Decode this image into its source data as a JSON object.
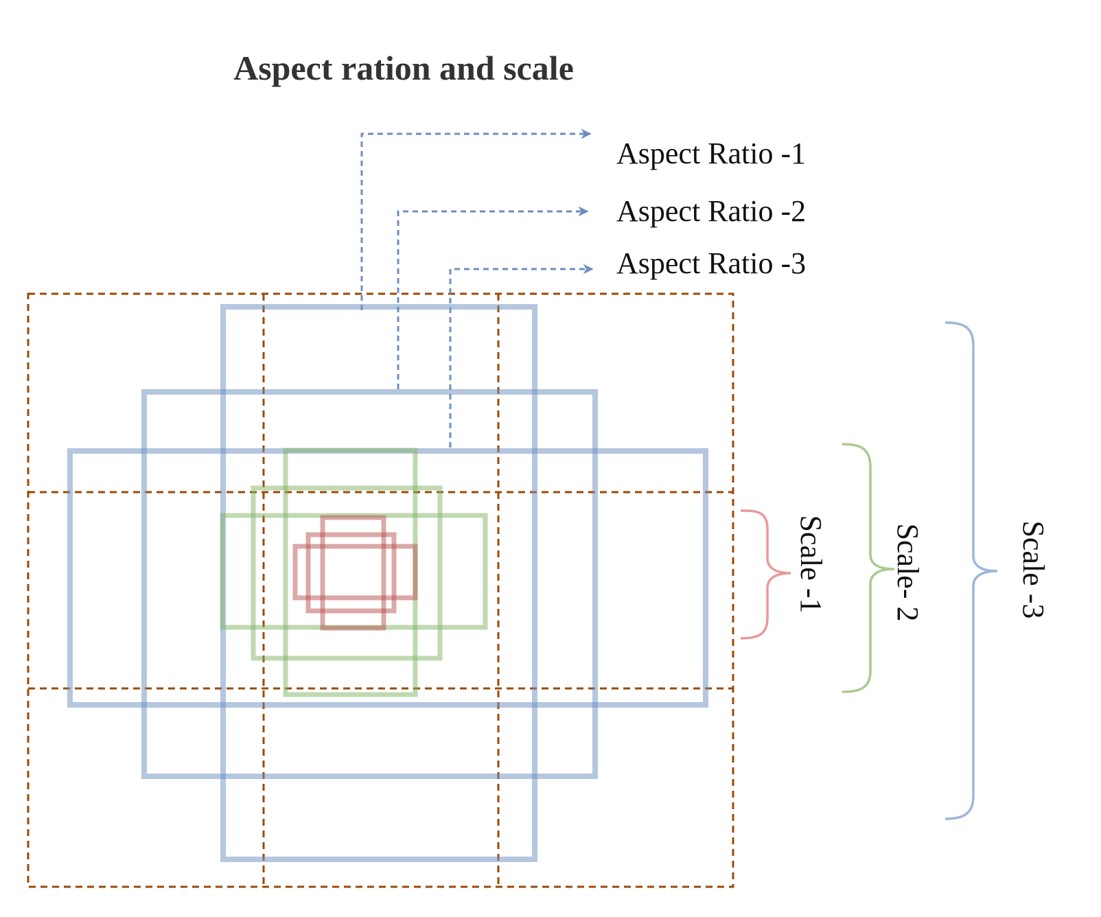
{
  "title": "Aspect ration and scale",
  "aspect_ratios": [
    {
      "label": "Aspect Ratio -1"
    },
    {
      "label": "Aspect Ratio -2"
    },
    {
      "label": "Aspect Ratio -3"
    }
  ],
  "scales": [
    {
      "label": "Scale -1",
      "color": "#ea9999"
    },
    {
      "label": "Scale- 2",
      "color": "#a9c98f"
    },
    {
      "label": "Scale -3",
      "color": "#9fb5d9"
    }
  ],
  "colors": {
    "grid": "#9a4a05",
    "arrow": "#6c8ebf",
    "scale1_box": "#b85450",
    "scale2_box": "#82b366",
    "scale3_box": "#6c8ebf"
  }
}
